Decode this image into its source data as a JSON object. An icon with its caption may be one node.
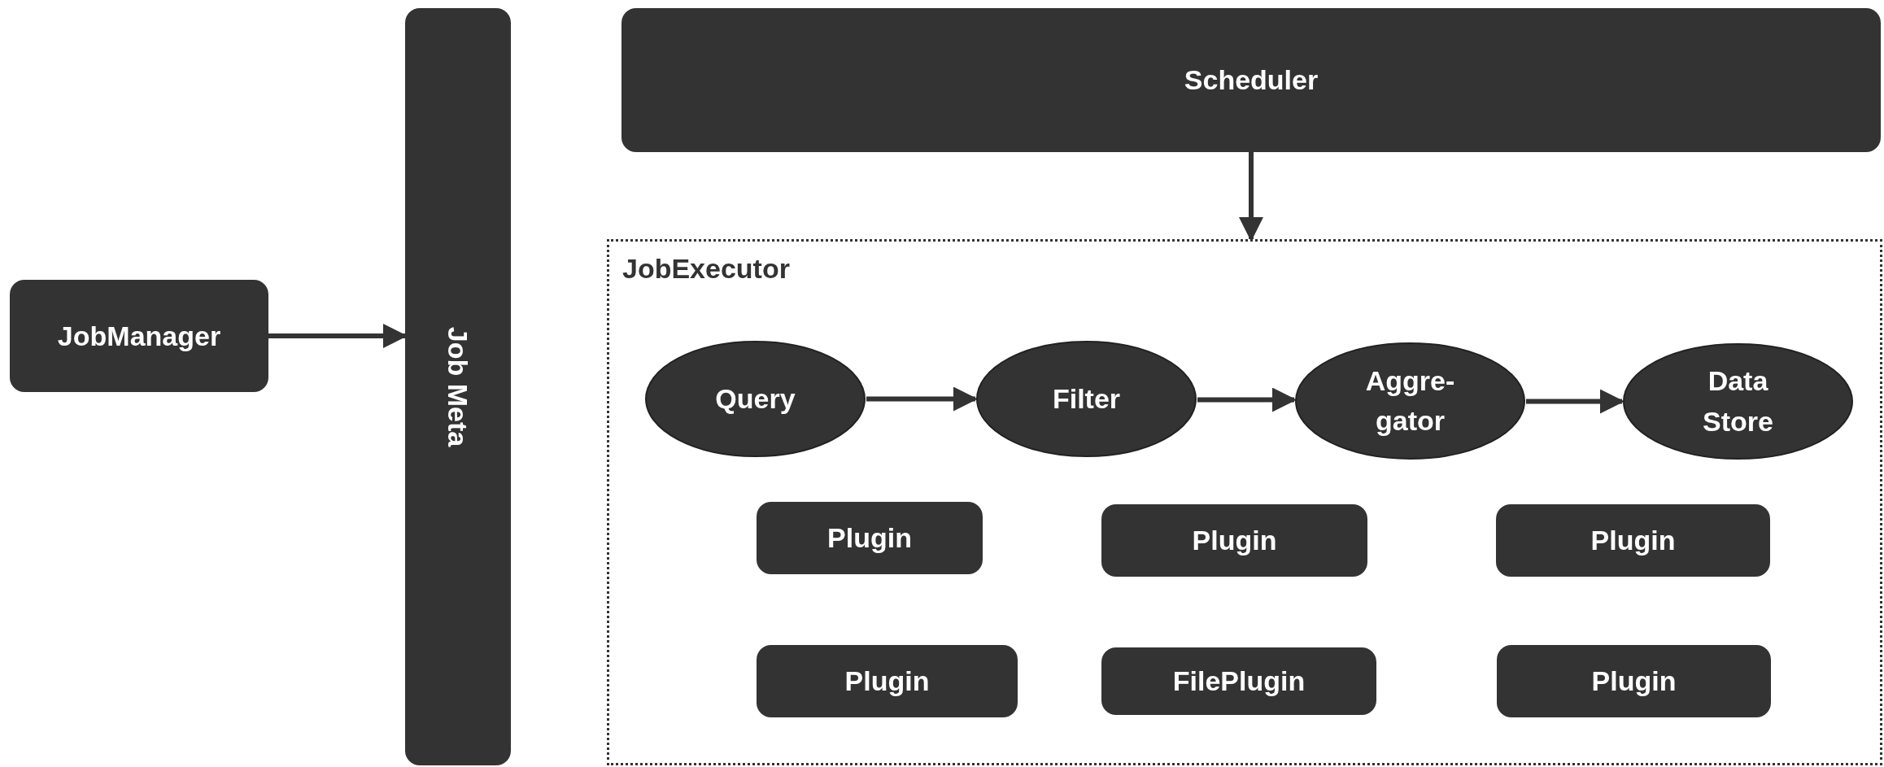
{
  "diagram": {
    "nodes": [
      {
        "text": [
          "JobManager"
        ]
      },
      {
        "text": [
          "Job Meta"
        ]
      },
      {
        "text": [
          "Scheduler"
        ]
      },
      {
        "text": [
          "JobExecutor"
        ]
      },
      {
        "text": [
          "Query"
        ],
        "in": 3
      },
      {
        "text": [
          "Filter"
        ],
        "in": 3
      },
      {
        "text": [
          "Aggre- gator"
        ],
        "in": 3
      },
      {
        "text": [
          "Data Store"
        ],
        "in": 3
      },
      {
        "text": [
          "Plugin"
        ],
        "in": 3
      },
      {
        "text": [
          "Plugin"
        ],
        "in": 3
      },
      {
        "text": [
          "Plugin"
        ],
        "in": 3
      },
      {
        "text": [
          "Plugin"
        ],
        "in": 3
      },
      {
        "text": [
          "FilePlugin"
        ],
        "in": 3
      },
      {
        "text": [
          "Plugin"
        ],
        "in": 3
      }
    ],
    "edges": [
      {
        "from": 0,
        "to": 1,
        "arrow": "to"
      },
      {
        "from": 2,
        "to": 3,
        "arrow": "to"
      },
      {
        "from": 4,
        "to": 5,
        "arrow": "to"
      },
      {
        "from": 5,
        "to": 6,
        "arrow": "to"
      },
      {
        "from": 6,
        "to": 7,
        "arrow": "to"
      }
    ]
  }
}
